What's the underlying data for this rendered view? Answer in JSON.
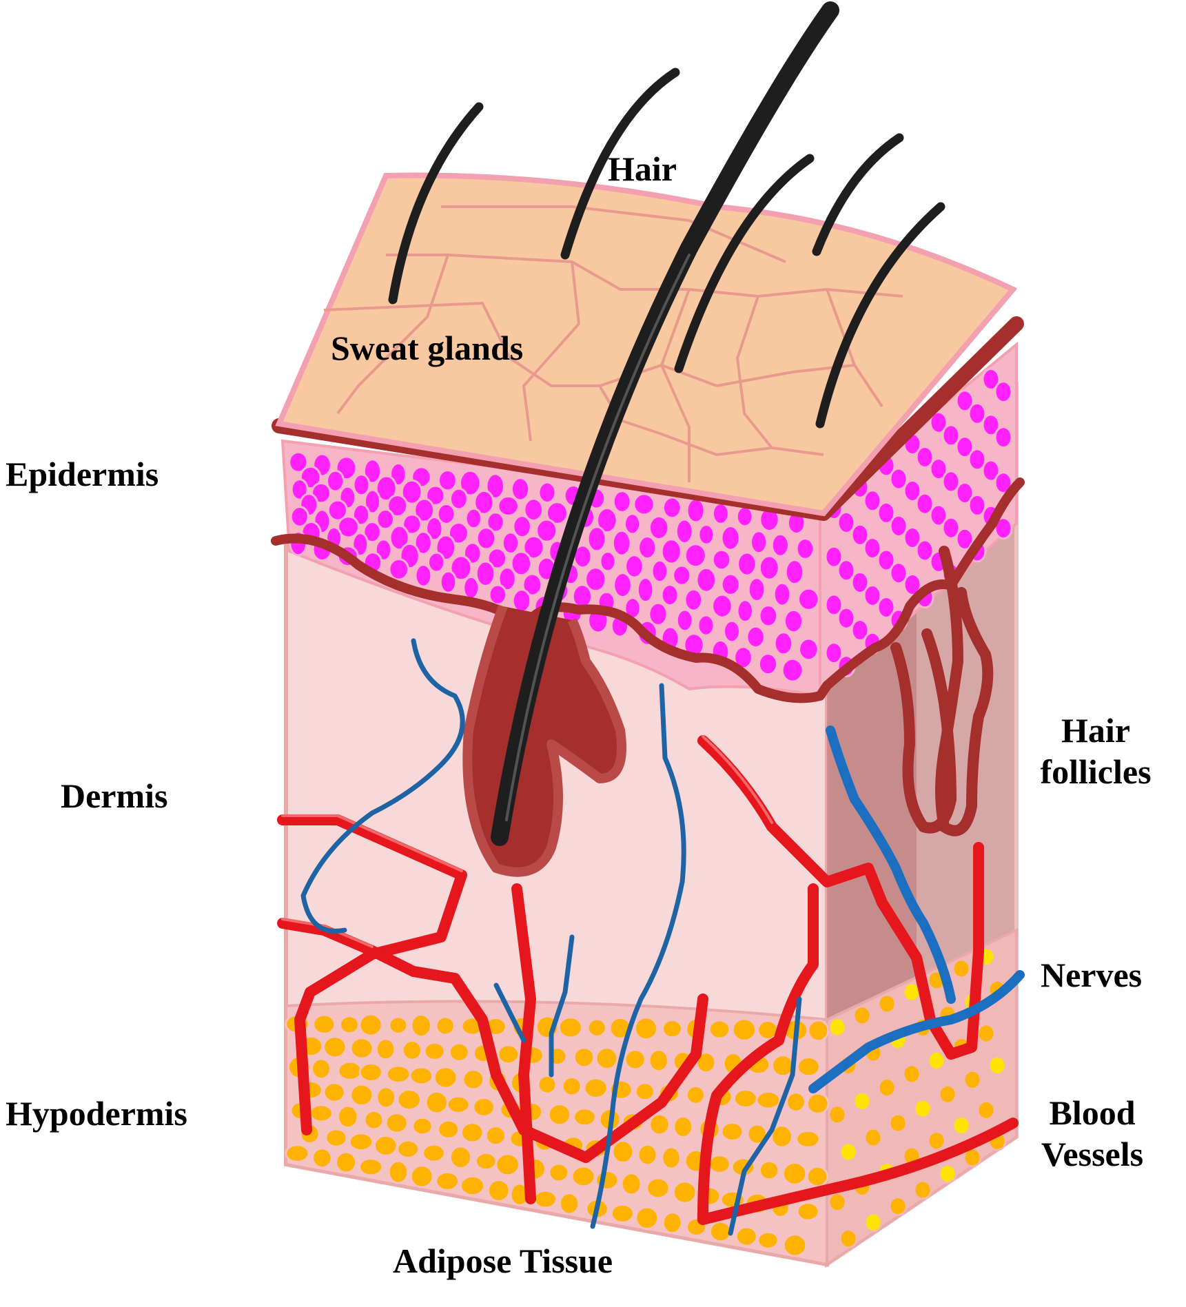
{
  "labels": {
    "hair": "Hair",
    "sweat_glands": "Sweat glands",
    "epidermis": "Epidermis",
    "dermis": "Dermis",
    "hypodermis": "Hypodermis",
    "hair_follicles_line1": "Hair",
    "hair_follicles_line2": "follicles",
    "nerves": "Nerves",
    "blood_vessels_line1": "Blood",
    "blood_vessels_line2": "Vessels",
    "adipose_tissue": "Adipose Tissue"
  },
  "colors": {
    "skin_surface": "#f8c9a0",
    "surface_lines": "#e99a8e",
    "border_dark_red": "#a42f2d",
    "epidermis_cells": "#ff22ff",
    "epidermis_outline": "#f3a0b0",
    "dermis": "#f7d9d9",
    "side_panel": "#c98a8a",
    "hair": "#1e1e1e",
    "blood_vessel": "#e5161c",
    "nerve": "#1e63a4",
    "fat_cells": "#ffb200",
    "fat_cells_light": "#ffe400",
    "hypodermis_bg": "#f4c2c2"
  }
}
